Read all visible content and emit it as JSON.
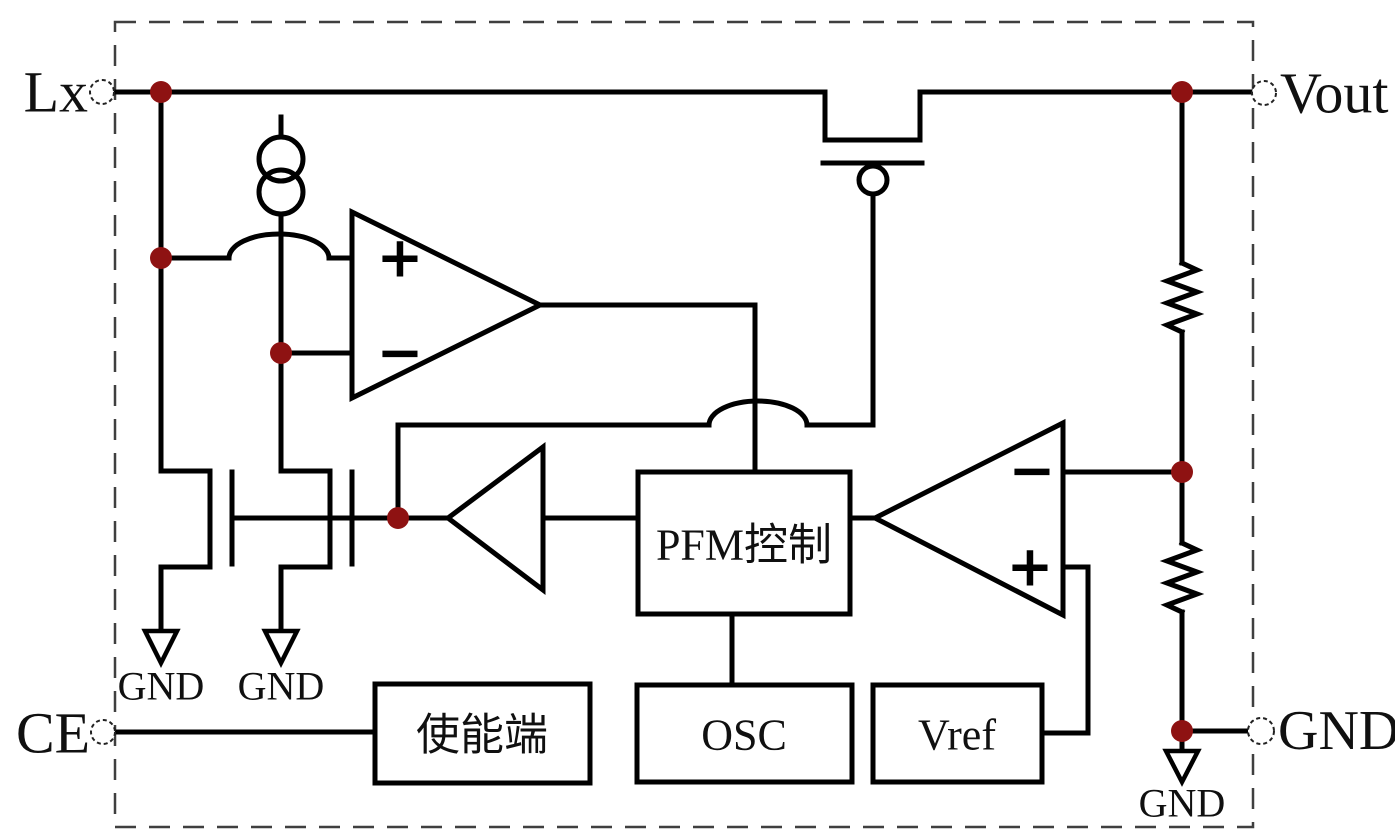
{
  "colors": {
    "wire": "#000000",
    "junction": "#8e1212",
    "border": "#3f3f3f",
    "text": "#101010",
    "background": "#ffffff"
  },
  "pins": {
    "lx": "Lx",
    "vout": "Vout",
    "ce": "CE",
    "gnd": "GND"
  },
  "blocks": {
    "pfm_control": "PFM控制",
    "osc": "OSC",
    "vref": "Vref",
    "enable": "使能端"
  },
  "ground_labels": {
    "nmos1": "GND",
    "nmos2": "GND",
    "divider": "GND"
  },
  "comparator_current": {
    "plus": "+",
    "minus": "−"
  },
  "comparator_voltage": {
    "plus": "+",
    "minus": "−"
  }
}
